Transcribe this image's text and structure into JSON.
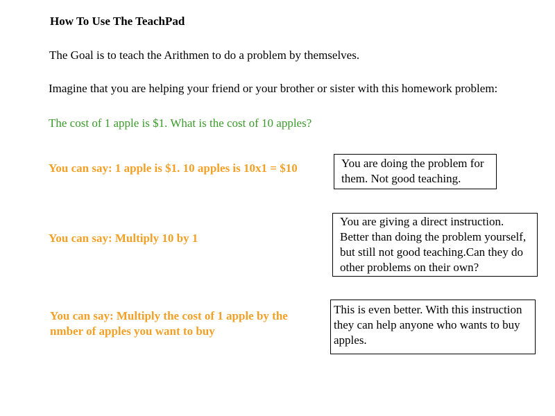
{
  "page": {
    "title": "How To Use The TeachPad",
    "goal": "The Goal is to teach the Arithmen to do a problem by themselves.",
    "imagine": "Imagine that you are helping your friend or your brother or sister with this homework problem:",
    "problem": "The cost of 1 apple is $1. What is the cost of 10 apples?"
  },
  "examples": [
    {
      "say": "You can say: 1 apple is $1. 10 apples is 10x1 = $10",
      "feedback": "You are doing the problem for them. Not good teaching."
    },
    {
      "say": "You can say: Multiply 10 by 1",
      "feedback": "You are giving a direct instruction. Better than doing the problem yourself, but still not good teaching.Can they do other problems on their own?"
    },
    {
      "say": "You can say: Multiply the cost of 1 apple by the nmber of apples you want to buy",
      "feedback": "This is even better. With this instruction they can help anyone who wants to buy apples."
    }
  ],
  "colors": {
    "problem_text": "#3a9a2a",
    "say_text": "#f2a026",
    "body_text": "#000000"
  }
}
